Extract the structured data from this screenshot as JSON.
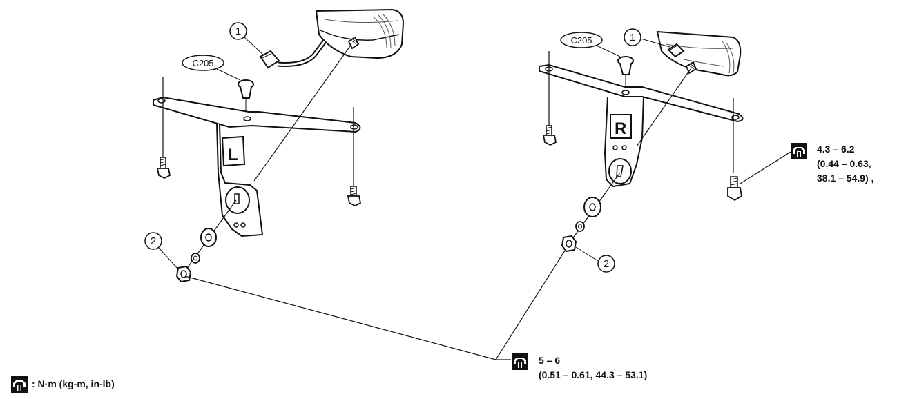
{
  "diagram": {
    "callouts": {
      "left_item_1": "1",
      "left_item_2": "2",
      "right_item_1": "1",
      "right_item_2": "2",
      "left_connector": "C205",
      "right_connector": "C205",
      "left_bracket_mark": "L",
      "right_bracket_mark": "R"
    },
    "torque_specs": {
      "bracket_bolt": {
        "line1": "4.3 – 6.2",
        "line2": "(0.44 – 0.63,",
        "line3": "38.1 – 54.9) ,"
      },
      "mounting_nut": {
        "line1": "5 – 6",
        "line2": "(0.51 – 0.61, 44.3 – 53.1)"
      }
    },
    "legend": {
      "text": ": N·m (kg-m, in-lb)"
    }
  }
}
